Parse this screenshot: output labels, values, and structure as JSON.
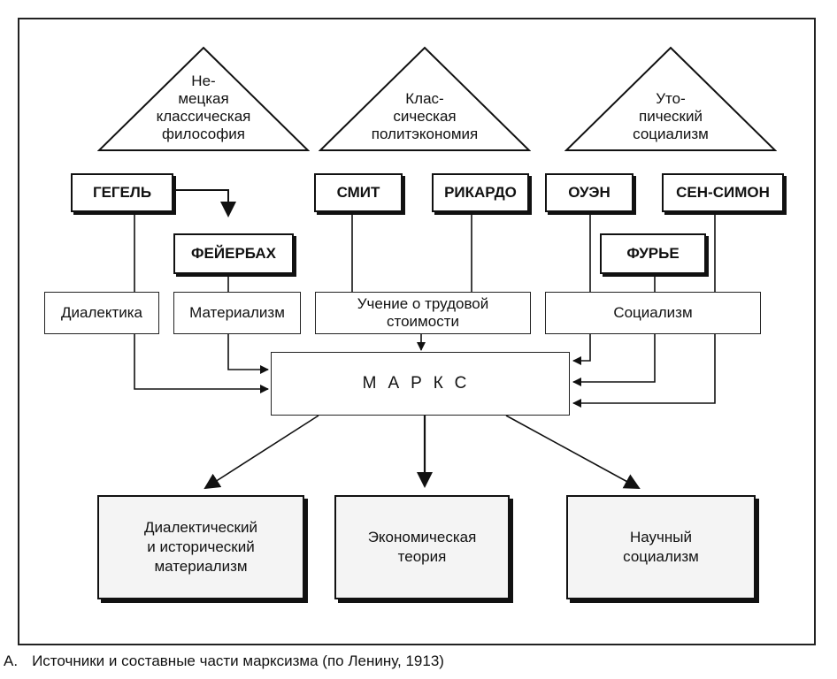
{
  "sources": {
    "philosophy": {
      "title": "Не-\nмецкая\nклассическая\nфилософия",
      "persons": [
        "ГЕГЕЛЬ",
        "ФЕЙЕРБАХ"
      ]
    },
    "economy": {
      "title": "Клас-\nсическая\nполитэкономия",
      "persons": [
        "СМИТ",
        "РИКАРДО"
      ]
    },
    "socialism": {
      "title": "Уто-\nпический\nсоциализм",
      "persons": [
        "ОУЭН",
        "СЕН-СИМОН",
        "ФУРЬЕ"
      ]
    }
  },
  "concepts": {
    "dialectics": "Диалектика",
    "materialism": "Материализм",
    "labor_value": "Учение о трудовой\nстоимости",
    "socialism": "Социализм"
  },
  "center": "МАРКС",
  "outputs": [
    "Диалектический\nи исторический\nматериализм",
    "Экономическая\nтеория",
    "Научный\nсоциализм"
  ],
  "caption": {
    "letter": "А.",
    "text": "Источники и составные части марксизма (по Ленину, 1913)"
  }
}
